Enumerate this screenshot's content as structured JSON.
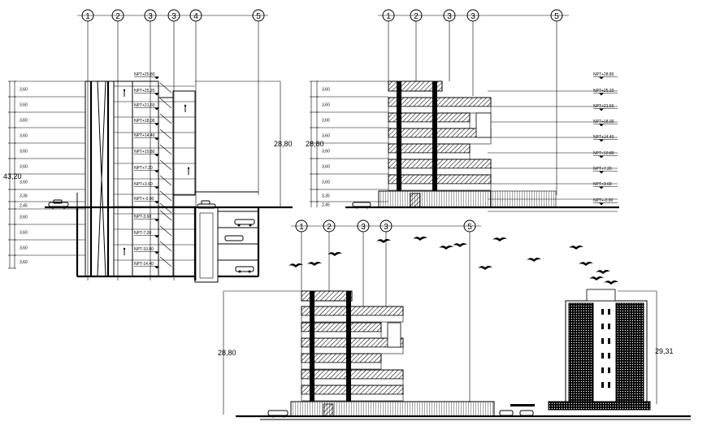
{
  "section": {
    "axes": [
      "1",
      "2",
      "3",
      "3",
      "4",
      "5"
    ],
    "total_height": "43,20",
    "side_height": "28,80",
    "left_dims": [
      "3,60",
      "3,60",
      "3,60",
      "3,60",
      "3,60",
      "3,60",
      "3,60",
      "3,35",
      "2,45",
      "3,60",
      "3,60",
      "3,60",
      "3,60"
    ],
    "level_labels": [
      "NPT+25.80",
      "NPT+25.20",
      "NPT+21.60",
      "NPT+18.00",
      "NPT+14.40",
      "NPT+10.80",
      "NPT+7.20",
      "NPT+3.60",
      "NPT+-0.00",
      "NPT-3.60",
      "NPT-7.20",
      "NPT-10.80",
      "NPT-14.40"
    ]
  },
  "elevation_top": {
    "axes": [
      "1",
      "2",
      "3",
      "3",
      "5"
    ],
    "height": "28,80",
    "left_dims": [
      "3,60",
      "3,60",
      "3,60",
      "3,60",
      "3,60",
      "3,60",
      "3,60",
      "3,35",
      "2,45"
    ],
    "level_labels": [
      "NPT+28.80",
      "NPT+25.20",
      "NPT+21.60",
      "NPT+18.00",
      "NPT+14.40",
      "NPT+10.80",
      "NPT+7.20",
      "NPT+3.60",
      "NPT+-0.00"
    ]
  },
  "elevation_bottom": {
    "axes": [
      "1",
      "2",
      "3",
      "3",
      "5"
    ],
    "height_left": "28,80",
    "height_right": "29,31"
  }
}
